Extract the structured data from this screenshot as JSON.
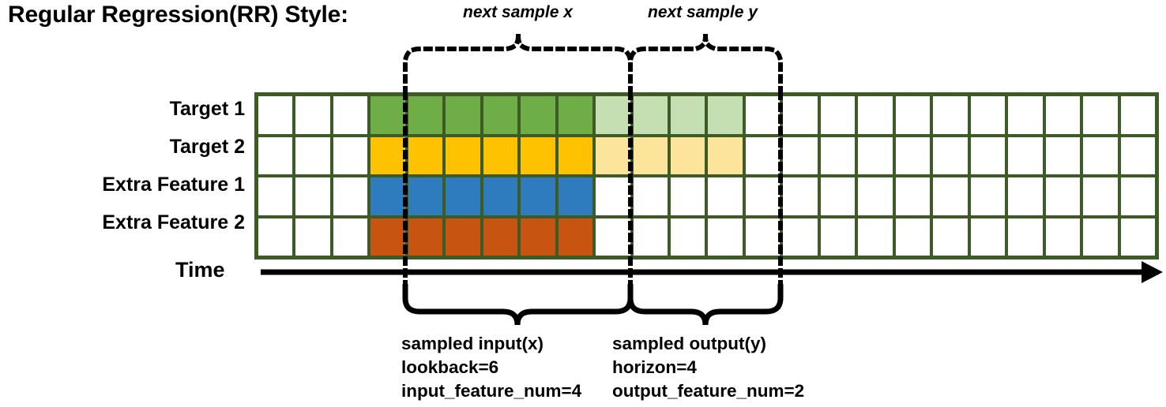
{
  "title": "Regular Regression(RR) Style:",
  "axis": {
    "time_label": "Time"
  },
  "rows": [
    {
      "label": "Target 1",
      "color_key": "green"
    },
    {
      "label": "Target 2",
      "color_key": "yellow"
    },
    {
      "label": "Extra Feature 1",
      "color_key": "blue"
    },
    {
      "label": "Extra Feature 2",
      "color_key": "orange"
    }
  ],
  "colors": {
    "grid_border": "#3D5B25",
    "empty": "#FFFFFF",
    "green": "#6FAE46",
    "yellow": "#FFC200",
    "blue": "#2E7CBE",
    "orange": "#C75511",
    "green_faded": "#C5DFB2",
    "yellow_faded": "#FCE49A",
    "annotation": "#000000"
  },
  "grid": {
    "columns": 24,
    "rows": 4,
    "input_start_col": 3,
    "input_end_col": 9,
    "output_start_col": 9,
    "output_end_col": 13,
    "fill": [
      [
        "empty",
        "empty",
        "empty",
        "green",
        "green",
        "green",
        "green",
        "green",
        "green",
        "green_faded",
        "green_faded",
        "green_faded",
        "green_faded",
        "empty",
        "empty",
        "empty",
        "empty",
        "empty",
        "empty",
        "empty",
        "empty",
        "empty",
        "empty",
        "empty"
      ],
      [
        "empty",
        "empty",
        "empty",
        "yellow",
        "yellow",
        "yellow",
        "yellow",
        "yellow",
        "yellow",
        "yellow_faded",
        "yellow_faded",
        "yellow_faded",
        "yellow_faded",
        "empty",
        "empty",
        "empty",
        "empty",
        "empty",
        "empty",
        "empty",
        "empty",
        "empty",
        "empty",
        "empty"
      ],
      [
        "empty",
        "empty",
        "empty",
        "blue",
        "blue",
        "blue",
        "blue",
        "blue",
        "blue",
        "empty",
        "empty",
        "empty",
        "empty",
        "empty",
        "empty",
        "empty",
        "empty",
        "empty",
        "empty",
        "empty",
        "empty",
        "empty",
        "empty",
        "empty"
      ],
      [
        "empty",
        "empty",
        "empty",
        "orange",
        "orange",
        "orange",
        "orange",
        "orange",
        "orange",
        "empty",
        "empty",
        "empty",
        "empty",
        "empty",
        "empty",
        "empty",
        "empty",
        "empty",
        "empty",
        "empty",
        "empty",
        "empty",
        "empty",
        "empty"
      ]
    ]
  },
  "annotations": {
    "top_left": "next sample x",
    "top_right": "next sample y",
    "bottom_left": {
      "line1": "sampled input(x)",
      "line2": "lookback=6",
      "line3": "input_feature_num=4"
    },
    "bottom_right": {
      "line1": "sampled output(y)",
      "line2": "horizon=4",
      "line3": "output_feature_num=2"
    }
  }
}
